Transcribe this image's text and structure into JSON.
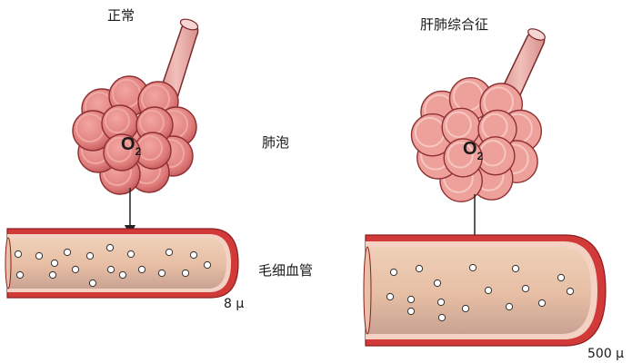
{
  "panels": {
    "normal": {
      "title": "正常",
      "capillary_size": "8 μ"
    },
    "hps": {
      "title": "肝肺综合征",
      "capillary_size": "500 μ"
    }
  },
  "labels": {
    "alveoli": "肺泡",
    "capillary": "毛细血管"
  },
  "oxygen": {
    "symbol": "O",
    "subscript": "2"
  },
  "colors": {
    "alveolus_outer": "#c74a4f",
    "alveolus_inner": "#e98a86",
    "bronchiole": "#e8a8a4",
    "vessel_wall": "#d23a3a",
    "plasma": "#e9c3a8",
    "plasma_lower": "#c8a08e",
    "arrow": "#222222"
  }
}
